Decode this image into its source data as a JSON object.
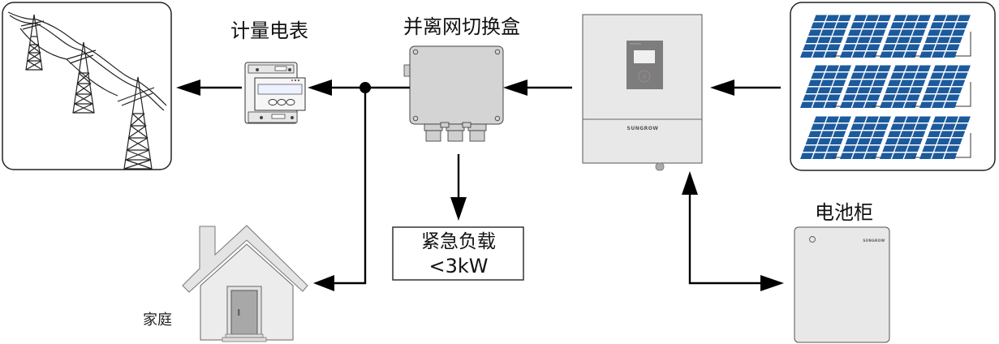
{
  "diagram": {
    "title": "Grid-tied PV + storage system with backup switch box",
    "nodes": {
      "grid": {
        "name": "Utility grid",
        "icon": "power-tower-icon"
      },
      "meter": {
        "label": "计量电表",
        "icon": "energy-meter-icon"
      },
      "switch_box": {
        "label": "并离网切换盒",
        "icon": "junction-box-icon"
      },
      "inverter": {
        "brand": "SUNGROW",
        "icon": "hybrid-inverter-icon"
      },
      "pv_array": {
        "name": "PV array",
        "icon": "solar-panel-icon",
        "rows": 3,
        "panels_per_row": 4
      },
      "battery": {
        "label": "电池柜",
        "brand": "SUNGROW",
        "icon": "battery-cabinet-icon"
      },
      "home": {
        "label": "家庭",
        "icon": "house-icon"
      },
      "backup_load": {
        "label_line1": "紧急负载",
        "label_line2": "<3kW"
      }
    },
    "colors": {
      "solar_blue": "#1d5a9c",
      "device_gray": "#e8e8e8",
      "panel_dark": "#808080",
      "line": "#000000"
    },
    "flows": [
      {
        "from": "pv_array",
        "to": "inverter",
        "direction": "one-way"
      },
      {
        "from": "inverter",
        "to": "switch_box",
        "direction": "one-way"
      },
      {
        "from": "switch_box",
        "to": "meter",
        "direction": "one-way"
      },
      {
        "from": "meter",
        "to": "grid",
        "direction": "one-way"
      },
      {
        "from": "junction",
        "to": "home",
        "direction": "one-way"
      },
      {
        "from": "switch_box",
        "to": "backup_load",
        "direction": "one-way"
      },
      {
        "from": "inverter",
        "to": "battery",
        "direction": "two-way"
      }
    ]
  }
}
